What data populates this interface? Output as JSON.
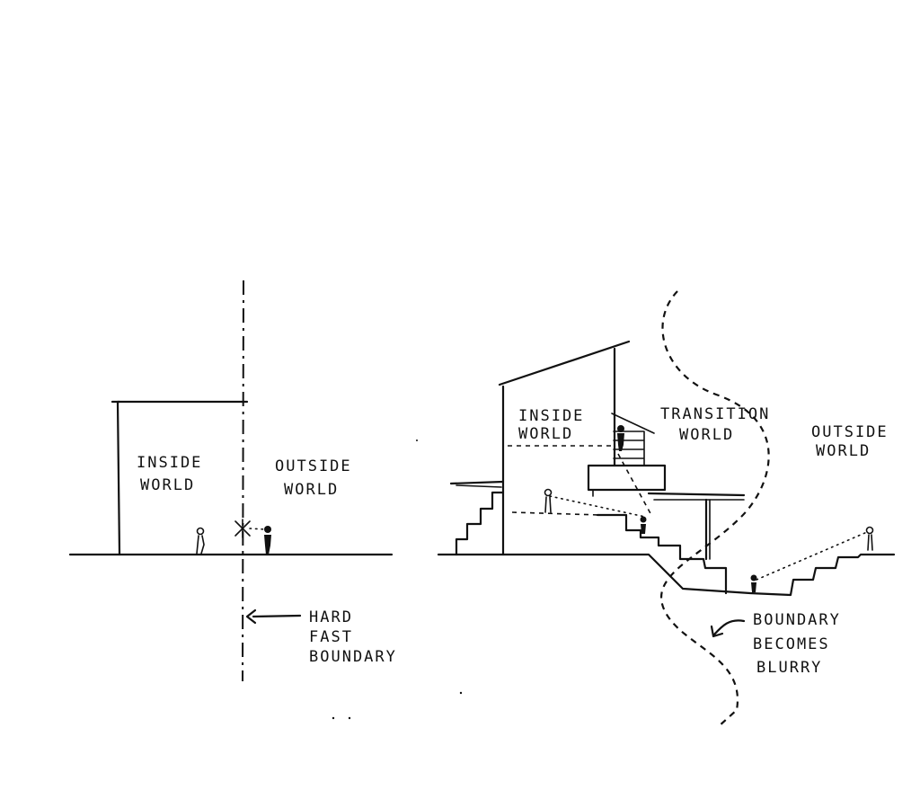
{
  "left_diagram": {
    "inside_label": [
      "INSIDE",
      "WORLD"
    ],
    "outside_label": [
      "OUTSIDE",
      "WORLD"
    ],
    "boundary_note": [
      "HARD",
      "FAST",
      "BOUNDARY"
    ]
  },
  "right_diagram": {
    "inside_label": [
      "INSIDE",
      "WORLD"
    ],
    "transition_label": [
      "TRANSITION",
      "WORLD"
    ],
    "outside_label": [
      "OUTSIDE",
      "WORLD"
    ],
    "boundary_note": [
      "BOUNDARY",
      "BECOMES",
      "BLURRY"
    ]
  }
}
